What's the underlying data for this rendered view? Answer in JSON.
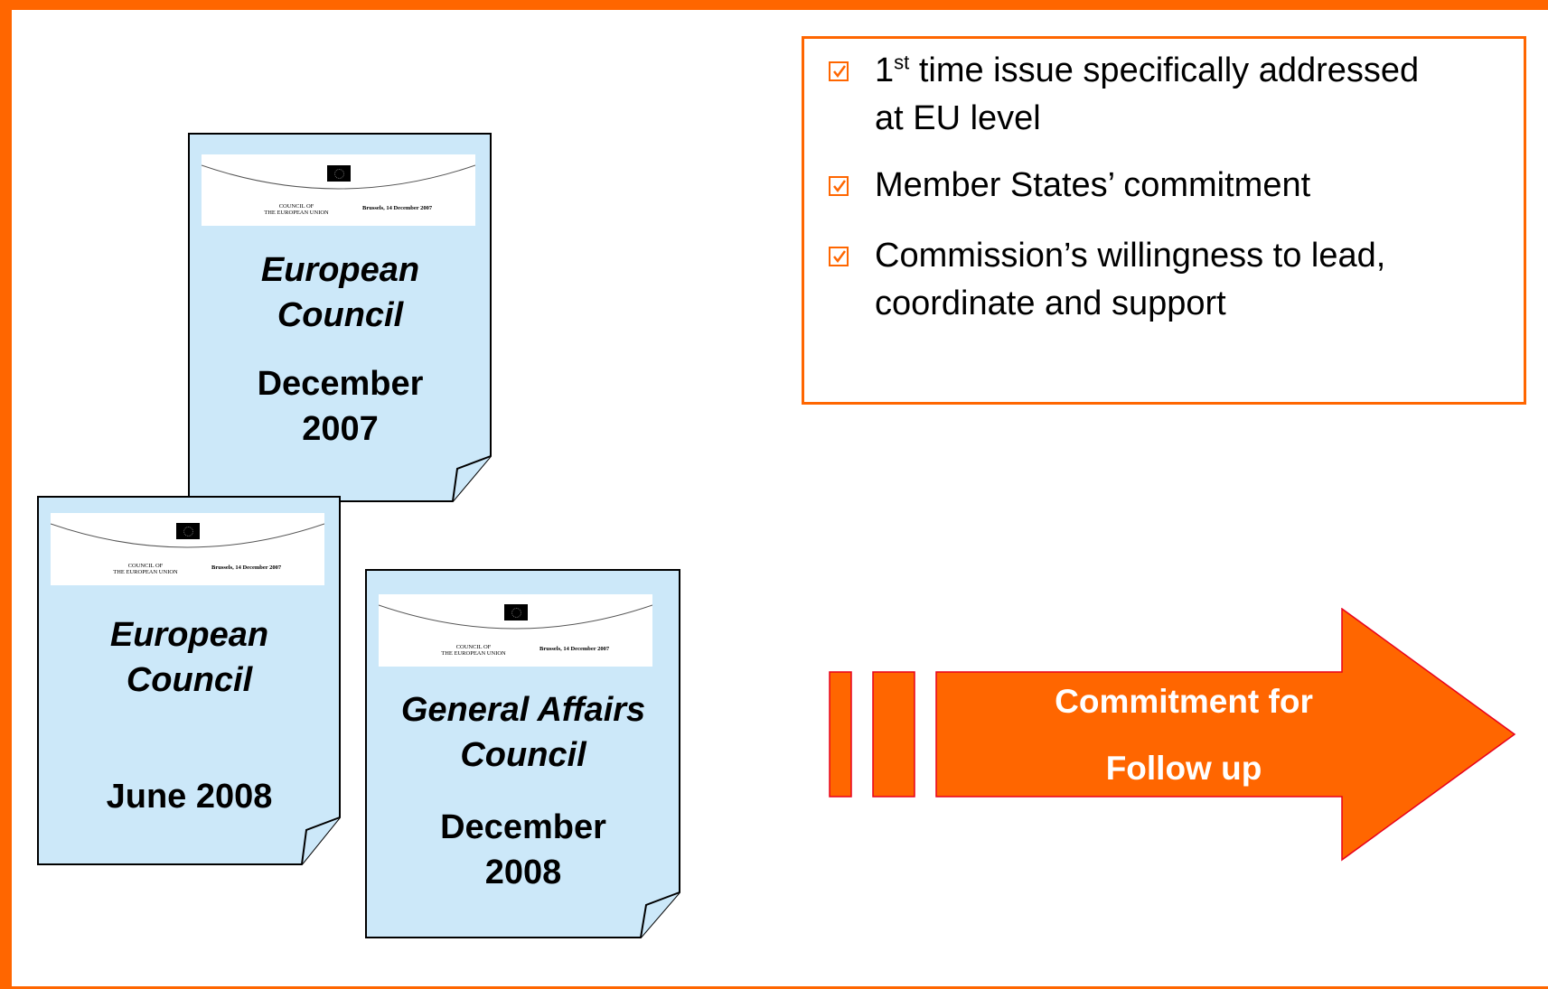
{
  "documents": [
    {
      "id": "doc1",
      "header_council": "COUNCIL OF\nTHE EUROPEAN UNION",
      "header_place": "Brussels, 14 December 2007",
      "title_lines": [
        "European",
        "Council"
      ],
      "date_lines": [
        "December",
        "2007"
      ]
    },
    {
      "id": "doc2",
      "header_council": "COUNCIL OF\nTHE EUROPEAN UNION",
      "header_place": "Brussels, 14 December 2007",
      "title_lines": [
        "European",
        "Council"
      ],
      "date_lines": [
        "June 2008"
      ]
    },
    {
      "id": "doc3",
      "header_council": "COUNCIL OF\nTHE EUROPEAN UNION",
      "header_place": "Brussels, 14 December 2007",
      "title_lines": [
        "General Affairs",
        "Council"
      ],
      "date_lines": [
        "December",
        "2008"
      ]
    }
  ],
  "checklist": {
    "items": [
      {
        "lead": "1",
        "sup": "st",
        "line1": " time issue specifically addressed",
        "line2": "at EU level"
      },
      {
        "line1": "Member States’ commitment"
      },
      {
        "line1": "Commission’s willingness to lead,",
        "line2": "coordinate and support"
      }
    ]
  },
  "arrow": {
    "line1": "Commitment for",
    "line2": "Follow up"
  },
  "colors": {
    "accent": "#ff6600",
    "paper": "#cce8f9",
    "arrow_stroke": "#e8001c"
  }
}
